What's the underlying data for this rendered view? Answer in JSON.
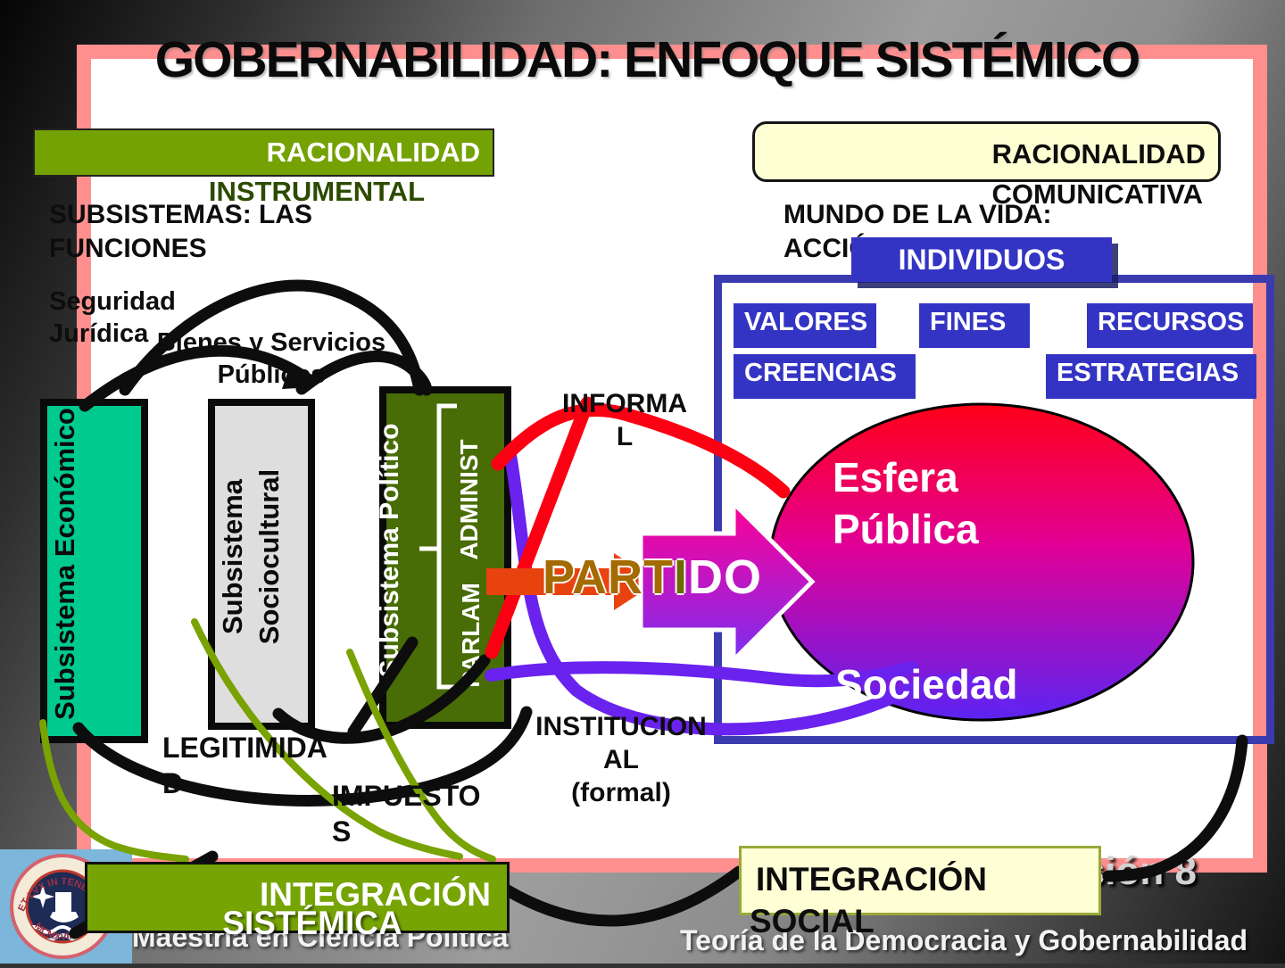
{
  "colors": {
    "slide_border": "#ff8f8f",
    "olive_green": "#76a403",
    "dark_green_box": "#486c06",
    "teal_box": "#00ca8e",
    "gray_box": "#dedede",
    "blue_boxes": "#3434c4",
    "blue_frame": "#3b3bb0",
    "pale_yellow": "#ffffd6",
    "red_line": "#fb0012",
    "purple_line": "#6a22ee",
    "orange_arrow": "#e8430f",
    "magenta_arrow_top": "#ff0095",
    "magenta_arrow_bottom": "#7c2ef2",
    "ellipse_top": "#ff0018",
    "ellipse_mid": "#e10096",
    "ellipse_bottom": "#5b24f2"
  },
  "title": "GOBERNABILIDAD: ENFOQUE SISTÉMICO",
  "header": {
    "instrumental_box": {
      "line1": "RACIONALIDAD",
      "line2": "INSTRUMENTAL"
    },
    "comunicativa_box": {
      "line1": "RACIONALIDAD",
      "line2": "COMUNICATIVA"
    }
  },
  "left": {
    "subtitle": [
      "SUBSISTEMAS: LAS",
      "FUNCIONES"
    ],
    "seguridad": [
      "Seguridad",
      "Jurídica"
    ],
    "bienes": [
      "Bienes y Servicios",
      "Públicos"
    ],
    "boxes": {
      "economico": "Subsistema Económico",
      "sociocultural": "Subsistema Sociocultural",
      "politico": "Subsistema Político",
      "administ": "ADMINIST",
      "parlam": "PARLAM"
    },
    "legitimidad": [
      "LEGITIMIDA",
      "D"
    ],
    "impuestos": [
      "IMPUESTO",
      "S"
    ]
  },
  "center": {
    "informal": [
      "INFORMA",
      "L"
    ],
    "institucional": [
      "INSTITUCION",
      "AL",
      "(formal)"
    ],
    "partido": {
      "p1": "PART",
      "p2": "I",
      "p3": "DO"
    }
  },
  "right": {
    "subtitle": [
      "MUNDO DE LA VIDA:",
      "ACCIÓN"
    ],
    "individuos": "INDIVIDUOS",
    "chips": {
      "valores": "VALORES",
      "fines": "FINES",
      "recursos": "RECURSOS",
      "creencias": "CREENCIAS",
      "estrategias": "ESTRATEGIAS"
    },
    "esfera": [
      "Esfera",
      "Pública"
    ],
    "sociedad": "Sociedad"
  },
  "bottom": {
    "sistemica": {
      "line1": "INTEGRACIÓN",
      "line2": "SISTÉMICA"
    },
    "social": {
      "line1": "INTEGRACIÓN",
      "line2": "SOCIAL"
    },
    "sesion": "Sesión 8"
  },
  "footer": {
    "left": "Maestría en Ciencia Política",
    "right": "Teoría de la Democracia y Gobernabilidad"
  },
  "logo": {
    "motto_top": "ET LVX IN TENEBRIS",
    "motto_bottom": "MCMXVII"
  }
}
